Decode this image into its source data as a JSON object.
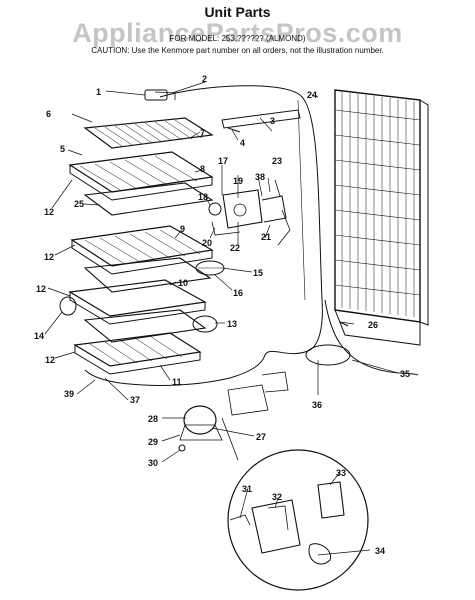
{
  "header": {
    "title": "Unit Parts",
    "watermark": "AppliancePartsPros.com",
    "model_line": "FOR MODEL: 253.?????? (ALMOND)",
    "caution": "CAUTION: Use the Kenmore part number on all orders, not the illustration number."
  },
  "callouts": [
    "1",
    "2",
    "3",
    "4",
    "5",
    "6",
    "7",
    "8",
    "12",
    "17",
    "18",
    "19",
    "20",
    "21",
    "22",
    "23",
    "24",
    "25",
    "9",
    "12",
    "15",
    "16",
    "10",
    "12",
    "13",
    "14",
    "12",
    "11",
    "39",
    "37",
    "26",
    "35",
    "36",
    "28",
    "27",
    "29",
    "30",
    "31",
    "32",
    "33",
    "34",
    "38"
  ]
}
